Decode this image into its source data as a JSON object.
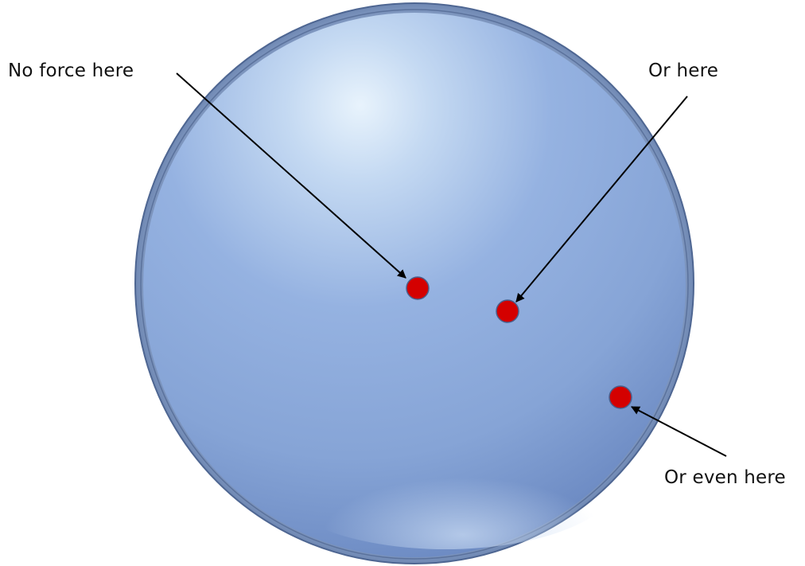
{
  "labels": {
    "no_force": "No force here",
    "or_here": "Or here",
    "or_even_here": "Or even here"
  },
  "colors": {
    "sphere_light": "#e6f1fb",
    "sphere_mid": "#8eaee0",
    "sphere_dark": "#3f5f96",
    "rim": "#5d77a3",
    "point": "#d40000",
    "arrow": "#000000",
    "text": "#111111"
  }
}
